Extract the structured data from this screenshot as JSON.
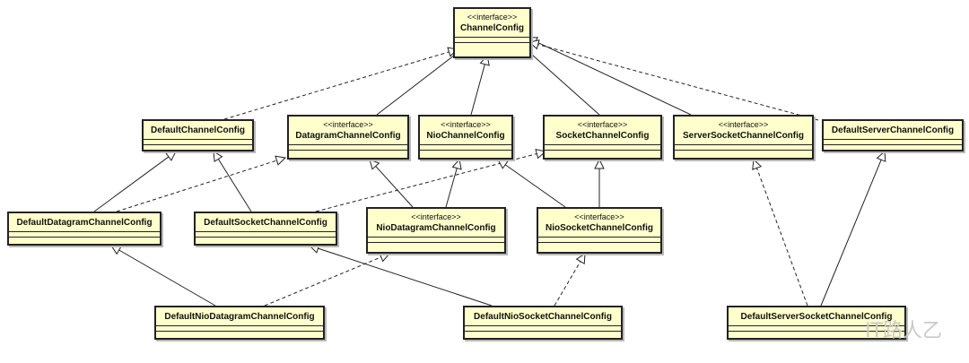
{
  "diagram": {
    "stereotype_text": "<<interface>>",
    "classes": [
      {
        "id": "ChannelConfig",
        "name": "ChannelConfig",
        "interface": true
      },
      {
        "id": "DefaultChannelConfig",
        "name": "DefaultChannelConfig",
        "interface": false
      },
      {
        "id": "DatagramChannelConfig",
        "name": "DatagramChannelConfig",
        "interface": true
      },
      {
        "id": "NioChannelConfig",
        "name": "NioChannelConfig",
        "interface": true
      },
      {
        "id": "SocketChannelConfig",
        "name": "SocketChannelConfig",
        "interface": true
      },
      {
        "id": "ServerSocketChannelConfig",
        "name": "ServerSocketChannelConfig",
        "interface": true
      },
      {
        "id": "DefaultServerChannelConfig",
        "name": "DefaultServerChannelConfig",
        "interface": false
      },
      {
        "id": "DefaultDatagramChannelConfig",
        "name": "DefaultDatagramChannelConfig",
        "interface": false
      },
      {
        "id": "DefaultSocketChannelConfig",
        "name": "DefaultSocketChannelConfig",
        "interface": false
      },
      {
        "id": "NioDatagramChannelConfig",
        "name": "NioDatagramChannelConfig",
        "interface": true
      },
      {
        "id": "NioSocketChannelConfig",
        "name": "NioSocketChannelConfig",
        "interface": true
      },
      {
        "id": "DefaultNioDatagramChannelConfig",
        "name": "DefaultNioDatagramChannelConfig",
        "interface": false
      },
      {
        "id": "DefaultNioSocketChannelConfig",
        "name": "DefaultNioSocketChannelConfig",
        "interface": false
      },
      {
        "id": "DefaultServerSocketChannelConfig",
        "name": "DefaultServerSocketChannelConfig",
        "interface": false
      }
    ],
    "relations": [
      {
        "from": "DefaultChannelConfig",
        "to": "ChannelConfig",
        "kind": "realization"
      },
      {
        "from": "DatagramChannelConfig",
        "to": "ChannelConfig",
        "kind": "generalization"
      },
      {
        "from": "NioChannelConfig",
        "to": "ChannelConfig",
        "kind": "generalization"
      },
      {
        "from": "SocketChannelConfig",
        "to": "ChannelConfig",
        "kind": "generalization"
      },
      {
        "from": "ServerSocketChannelConfig",
        "to": "ChannelConfig",
        "kind": "generalization"
      },
      {
        "from": "DefaultServerChannelConfig",
        "to": "ChannelConfig",
        "kind": "realization"
      },
      {
        "from": "DefaultDatagramChannelConfig",
        "to": "DefaultChannelConfig",
        "kind": "generalization"
      },
      {
        "from": "DefaultDatagramChannelConfig",
        "to": "DatagramChannelConfig",
        "kind": "realization"
      },
      {
        "from": "DefaultSocketChannelConfig",
        "to": "DefaultChannelConfig",
        "kind": "generalization"
      },
      {
        "from": "DefaultSocketChannelConfig",
        "to": "SocketChannelConfig",
        "kind": "realization"
      },
      {
        "from": "NioDatagramChannelConfig",
        "to": "DatagramChannelConfig",
        "kind": "generalization"
      },
      {
        "from": "NioDatagramChannelConfig",
        "to": "NioChannelConfig",
        "kind": "generalization"
      },
      {
        "from": "NioSocketChannelConfig",
        "to": "NioChannelConfig",
        "kind": "generalization"
      },
      {
        "from": "NioSocketChannelConfig",
        "to": "SocketChannelConfig",
        "kind": "generalization"
      },
      {
        "from": "DefaultNioDatagramChannelConfig",
        "to": "DefaultDatagramChannelConfig",
        "kind": "generalization"
      },
      {
        "from": "DefaultNioDatagramChannelConfig",
        "to": "NioDatagramChannelConfig",
        "kind": "realization"
      },
      {
        "from": "DefaultNioSocketChannelConfig",
        "to": "DefaultSocketChannelConfig",
        "kind": "generalization"
      },
      {
        "from": "DefaultNioSocketChannelConfig",
        "to": "NioSocketChannelConfig",
        "kind": "realization"
      },
      {
        "from": "DefaultServerSocketChannelConfig",
        "to": "ServerSocketChannelConfig",
        "kind": "realization"
      },
      {
        "from": "DefaultServerSocketChannelConfig",
        "to": "DefaultServerChannelConfig",
        "kind": "generalization"
      }
    ],
    "watermark": "IT路人乙",
    "colors": {
      "box_fill": "#ffffcc",
      "stroke": "#222222",
      "shadow": "#b9b9b9"
    }
  }
}
